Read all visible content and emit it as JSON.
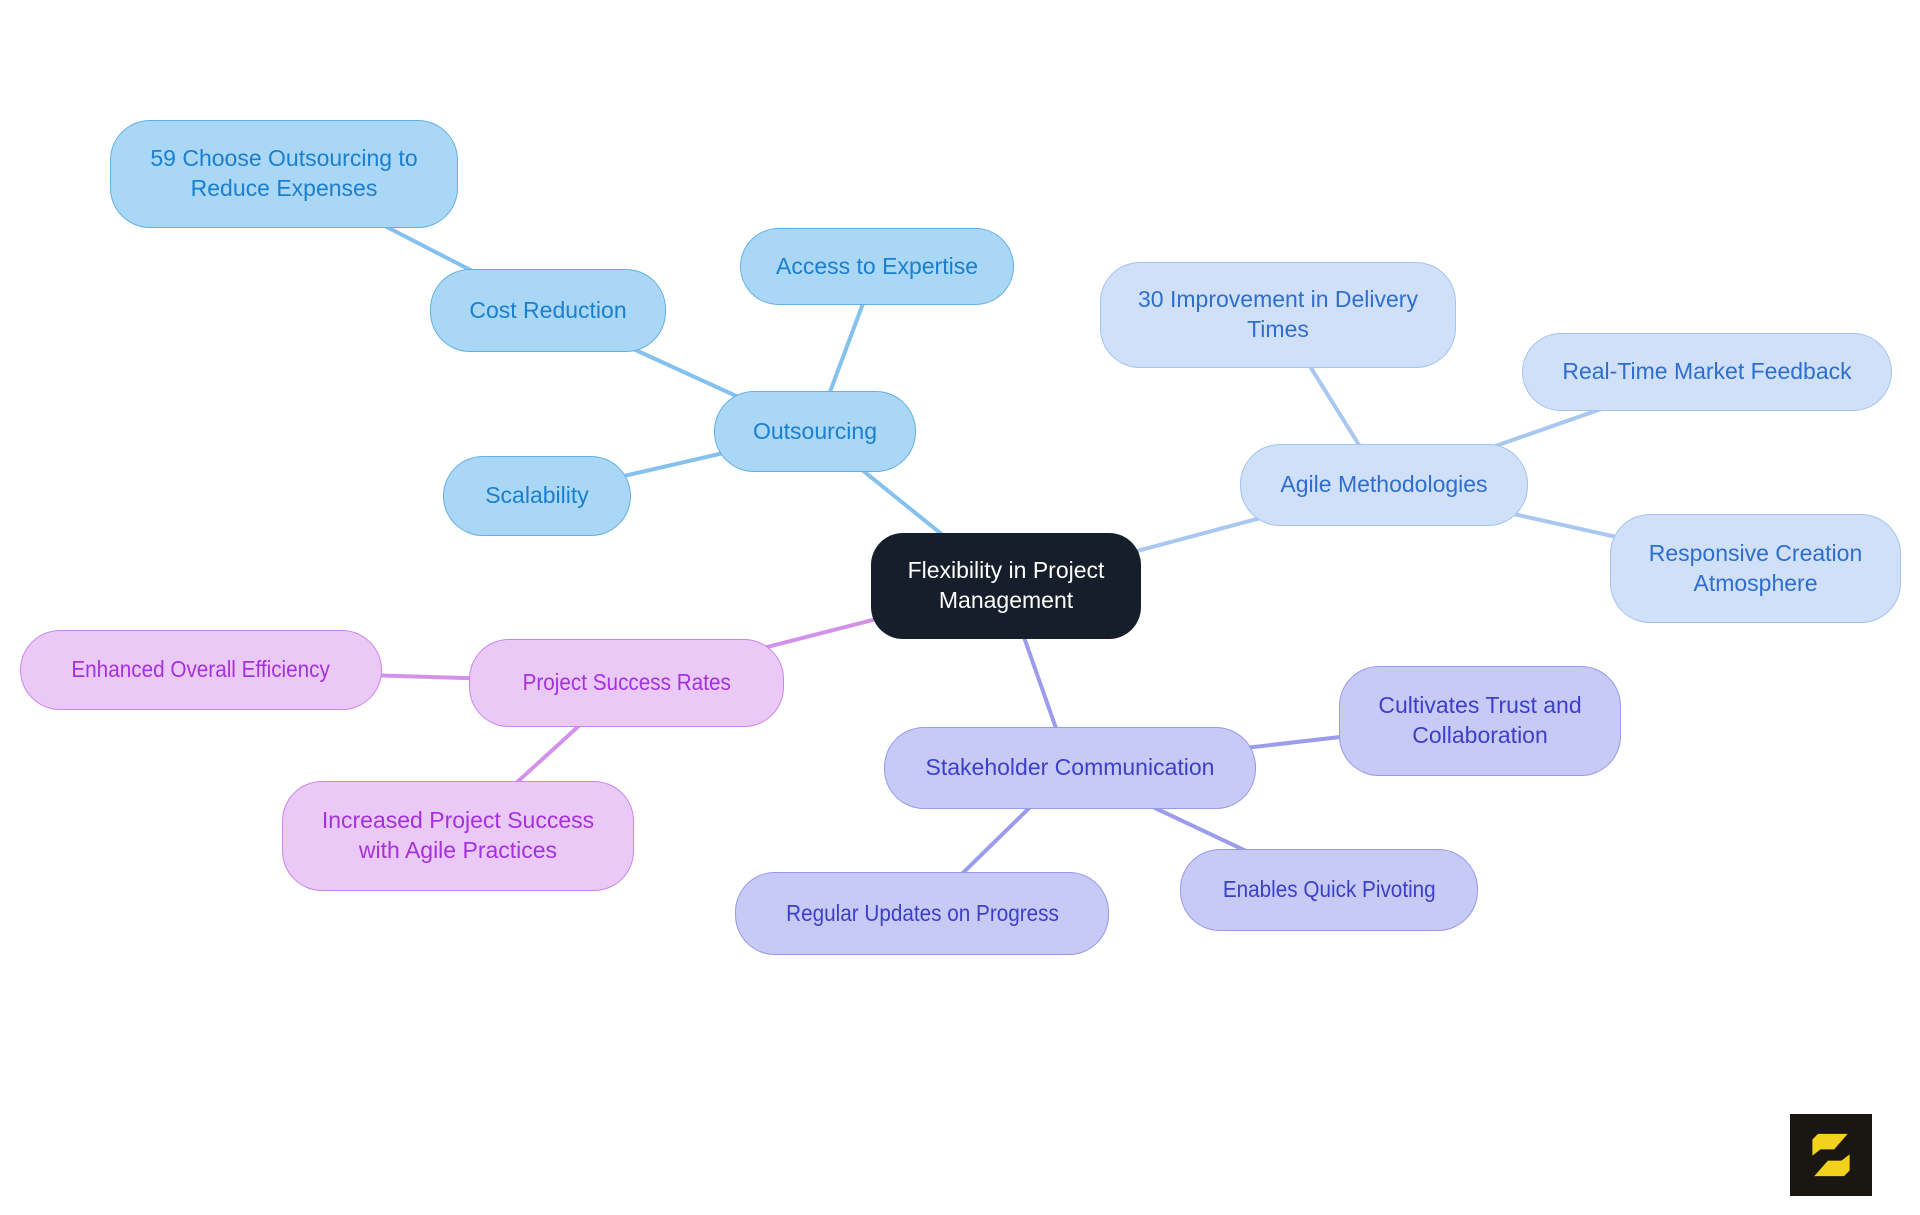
{
  "mindmap": {
    "root": {
      "label": "Flexibility in Project Management"
    },
    "branches": [
      {
        "label": "Outsourcing",
        "theme": "blue",
        "children": [
          {
            "label": "Cost Reduction",
            "children": [
              {
                "label": "59 Choose Outsourcing to Reduce Expenses"
              }
            ]
          },
          {
            "label": "Access to Expertise"
          },
          {
            "label": "Scalability"
          }
        ]
      },
      {
        "label": "Agile Methodologies",
        "theme": "periwinkle",
        "children": [
          {
            "label": "30 Improvement in Delivery Times"
          },
          {
            "label": "Real-Time Market Feedback"
          },
          {
            "label": "Responsive Creation Atmosphere"
          }
        ]
      },
      {
        "label": "Project Success Rates",
        "theme": "orchid",
        "children": [
          {
            "label": "Enhanced Overall Efficiency"
          },
          {
            "label": "Increased Project Success with Agile Practices"
          }
        ]
      },
      {
        "label": "Stakeholder Communication",
        "theme": "lavender",
        "children": [
          {
            "label": "Cultivates Trust and Collaboration"
          },
          {
            "label": "Enables Quick Pivoting"
          },
          {
            "label": "Regular Updates on Progress"
          }
        ]
      }
    ]
  },
  "colors": {
    "background": "#ffffff",
    "central_bg": "#161e2b",
    "central_text": "#ffffff",
    "themes": {
      "blue": {
        "fill": "#a9d7f5",
        "border": "#62b0e3",
        "text": "#1b7fd0",
        "edge": "#85c1ed"
      },
      "periwinkle": {
        "fill": "#cfe0f8",
        "border": "#a3c3f0",
        "text": "#2e6ecf",
        "edge": "#a9c7f1"
      },
      "orchid": {
        "fill": "#eac9f7",
        "border": "#cc85ea",
        "text": "#a531dc",
        "edge": "#d392ea"
      },
      "lavender": {
        "fill": "#c8caf6",
        "border": "#9799ea",
        "text": "#3b3fc9",
        "edge": "#9b9dec"
      }
    }
  },
  "logo": {
    "letter": "S",
    "background": "#1a1712",
    "foreground": "#f2d21c"
  }
}
